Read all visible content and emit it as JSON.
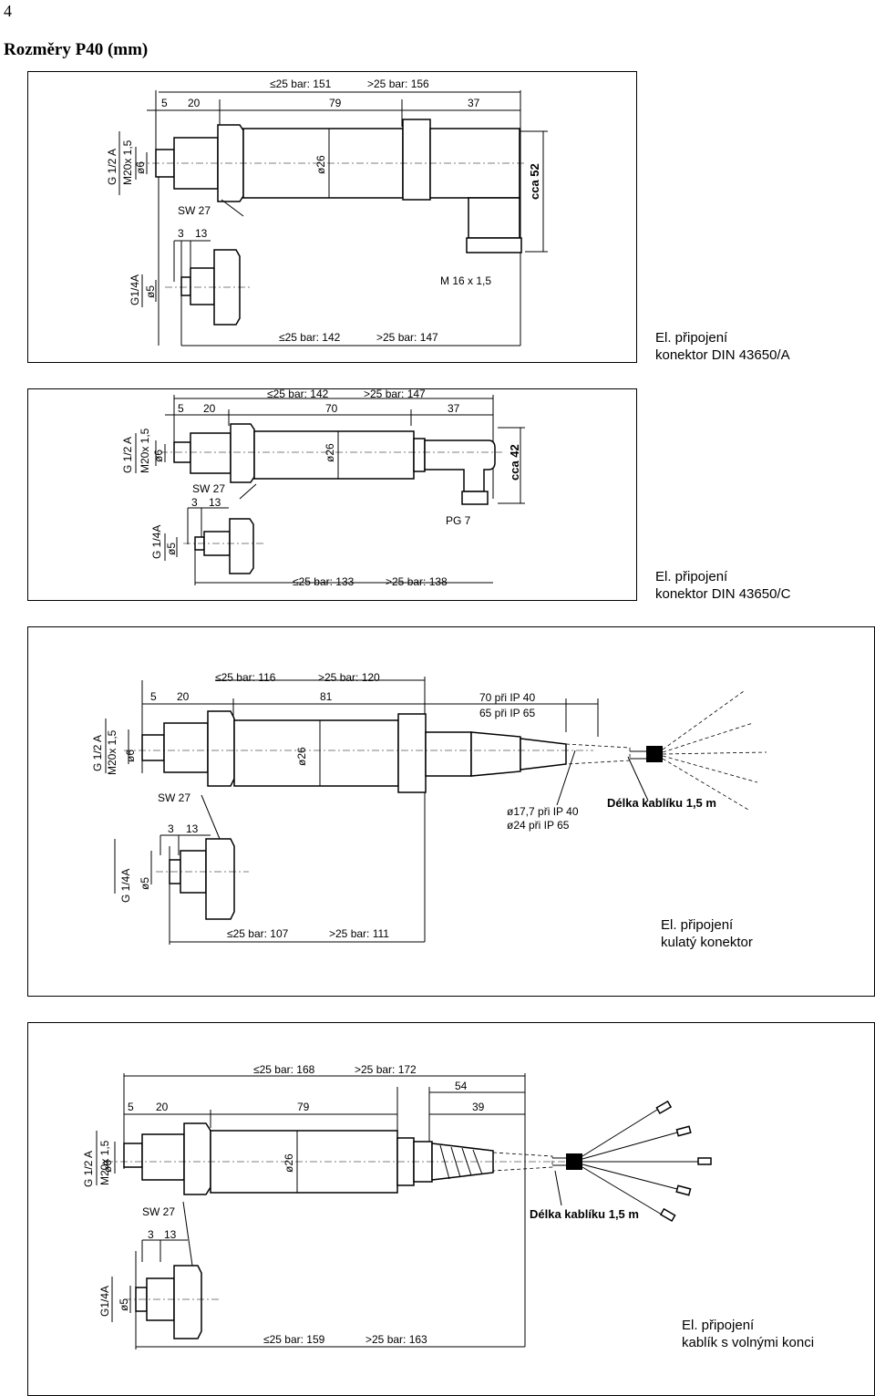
{
  "page": {
    "number": "4",
    "title": "Rozměry P40 (mm)"
  },
  "panels": [
    {
      "caption_line1": "El. připojení",
      "caption_line2": "konektor DIN 43650/A",
      "dims": {
        "top_le25": "≤25 bar: 151",
        "top_gt25": ">25 bar: 156",
        "d5": "5",
        "d20": "20",
        "body": "79",
        "conn": "37",
        "thread1": "G 1/2 A",
        "thread2": "M20x 1,5",
        "d6": "ø6",
        "d26": "ø26",
        "sw": "SW 27",
        "d3": "3",
        "d13": "13",
        "g14": "G1/4A",
        "d5b": "ø5",
        "cca": "cca 52",
        "cable": "M 16 x 1,5",
        "bot_le25": "≤25 bar: 142",
        "bot_gt25": ">25 bar: 147"
      }
    },
    {
      "caption_line1": "El. připojení",
      "caption_line2": "konektor DIN 43650/C",
      "dims": {
        "top_le25": "≤25 bar: 142",
        "top_gt25": ">25 bar: 147",
        "d5": "5",
        "d20": "20",
        "body": "70",
        "conn": "37",
        "thread1": "G 1/2 A",
        "thread2": "M20x 1,5",
        "d6": "ø6",
        "d26": "ø26",
        "sw": "SW 27",
        "d3": "3",
        "d13": "13",
        "g14": "G 1/4A",
        "d5b": "ø5",
        "cca": "cca 42",
        "cable": "PG 7",
        "bot_le25": "≤25 bar: 133",
        "bot_gt25": ">25 bar: 138"
      }
    },
    {
      "caption_line1": "El. připojení",
      "caption_line2": "kulatý konektor",
      "dims": {
        "top_le25": "≤25 bar: 116",
        "top_gt25": ">25 bar: 120",
        "d5": "5",
        "d20": "20",
        "body": "81",
        "ip40_len": "70 při IP 40",
        "ip65_len": "65 při IP 65",
        "thread1": "G 1/2 A",
        "thread2": "M20x 1,5",
        "d6": "ø6",
        "d26": "ø26",
        "sw": "SW 27",
        "d3": "3",
        "d13": "13",
        "g14": "G 1/4A",
        "d5b": "ø5",
        "dia_ip40": "ø17,7 při IP 40",
        "dia_ip65": "ø24 při IP 65",
        "cable_len": "Délka kablíku 1,5 m",
        "bot_le25": "≤25 bar: 107",
        "bot_gt25": ">25 bar: 111"
      }
    },
    {
      "caption_line1": "El. připojení",
      "caption_line2": "kablík s volnými konci",
      "dims": {
        "top_le25": "≤25 bar: 168",
        "top_gt25": ">25 bar: 172",
        "d54": "54",
        "d5": "5",
        "d20": "20",
        "body": "79",
        "d39": "39",
        "thread1": "G 1/2 A",
        "thread2": "M20x 1,5",
        "d6": "ø6",
        "d26": "ø26",
        "sw": "SW 27",
        "d3": "3",
        "d13": "13",
        "g14": "G1/4A",
        "d5b": "ø5",
        "cable_len": "Délka kablíku 1,5 m",
        "bot_le25": "≤25 bar: 159",
        "bot_gt25": ">25 bar: 163"
      }
    }
  ]
}
